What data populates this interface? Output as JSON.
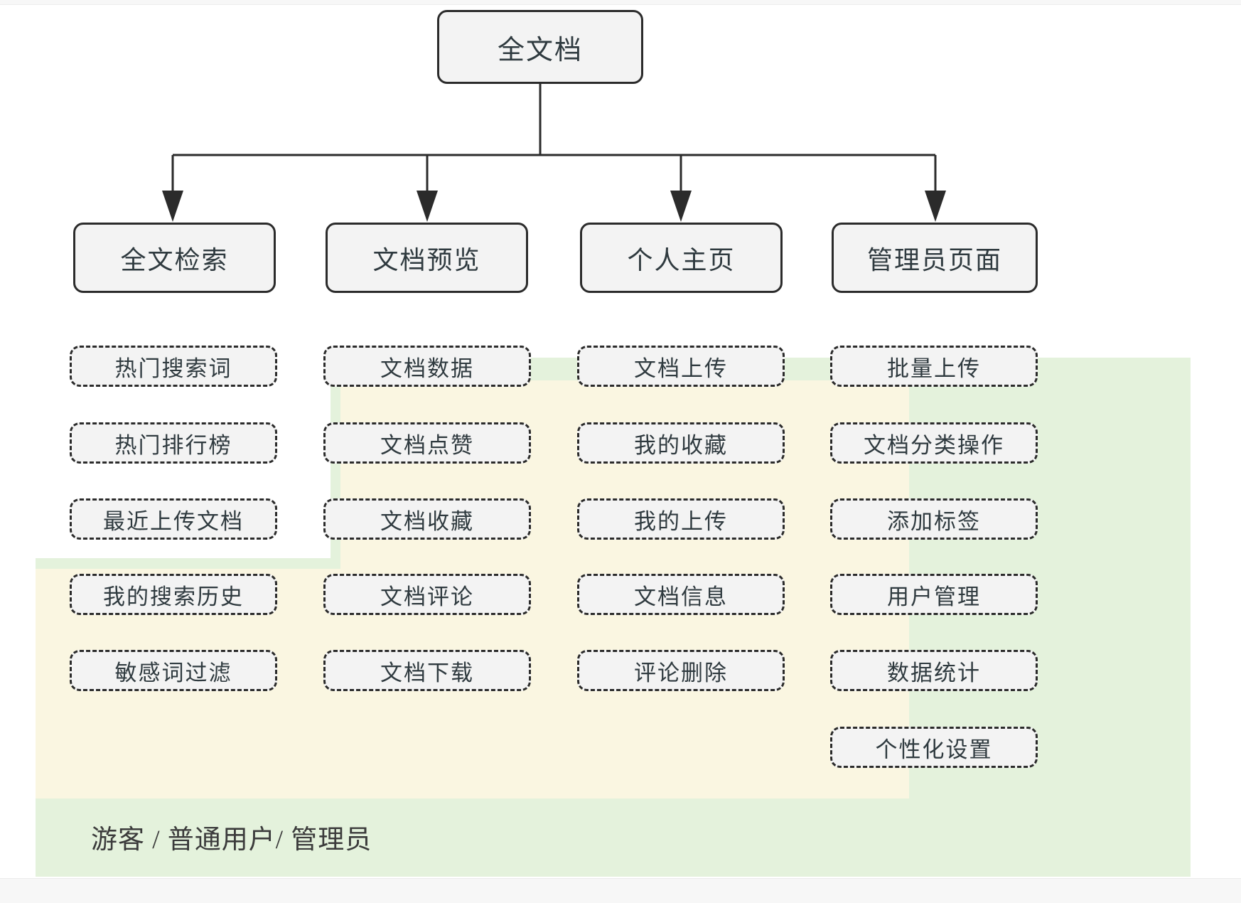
{
  "diagram": {
    "title": "全文档",
    "root": {
      "label": "全文档"
    },
    "level2": [
      {
        "label": "全文检索"
      },
      {
        "label": "文档预览"
      },
      {
        "label": "个人主页"
      },
      {
        "label": "管理员页面"
      }
    ],
    "columns": [
      {
        "parent": "全文检索",
        "items": [
          {
            "label": "热门搜索词",
            "role": "guest"
          },
          {
            "label": "热门排行榜",
            "role": "guest"
          },
          {
            "label": "最近上传文档",
            "role": "guest"
          },
          {
            "label": "我的搜索历史",
            "role": "user"
          },
          {
            "label": "敏感词过滤",
            "role": "user"
          }
        ]
      },
      {
        "parent": "文档预览",
        "items": [
          {
            "label": "文档数据",
            "role": "user"
          },
          {
            "label": "文档点赞",
            "role": "user"
          },
          {
            "label": "文档收藏",
            "role": "user"
          },
          {
            "label": "文档评论",
            "role": "user"
          },
          {
            "label": "文档下载",
            "role": "user"
          }
        ]
      },
      {
        "parent": "个人主页",
        "items": [
          {
            "label": "文档上传",
            "role": "user"
          },
          {
            "label": "我的收藏",
            "role": "user"
          },
          {
            "label": "我的上传",
            "role": "user"
          },
          {
            "label": "文档信息",
            "role": "user"
          },
          {
            "label": "评论删除",
            "role": "user"
          }
        ]
      },
      {
        "parent": "管理员页面",
        "items": [
          {
            "label": "批量上传",
            "role": "admin"
          },
          {
            "label": "文档分类操作",
            "role": "admin"
          },
          {
            "label": "添加标签",
            "role": "admin"
          },
          {
            "label": "用户管理",
            "role": "admin"
          },
          {
            "label": "数据统计",
            "role": "admin"
          },
          {
            "label": "个性化设置",
            "role": "admin"
          }
        ]
      }
    ],
    "legend": {
      "label": "游客 / 普通用户/ 管理员"
    },
    "colors": {
      "node_fill": "#f3f3f3",
      "node_border": "#2b2b2b",
      "text": "#2f3a3f",
      "region_green": "#e4f2dc",
      "region_yellow": "#faf6e1",
      "page_background": "#ffffff"
    }
  }
}
